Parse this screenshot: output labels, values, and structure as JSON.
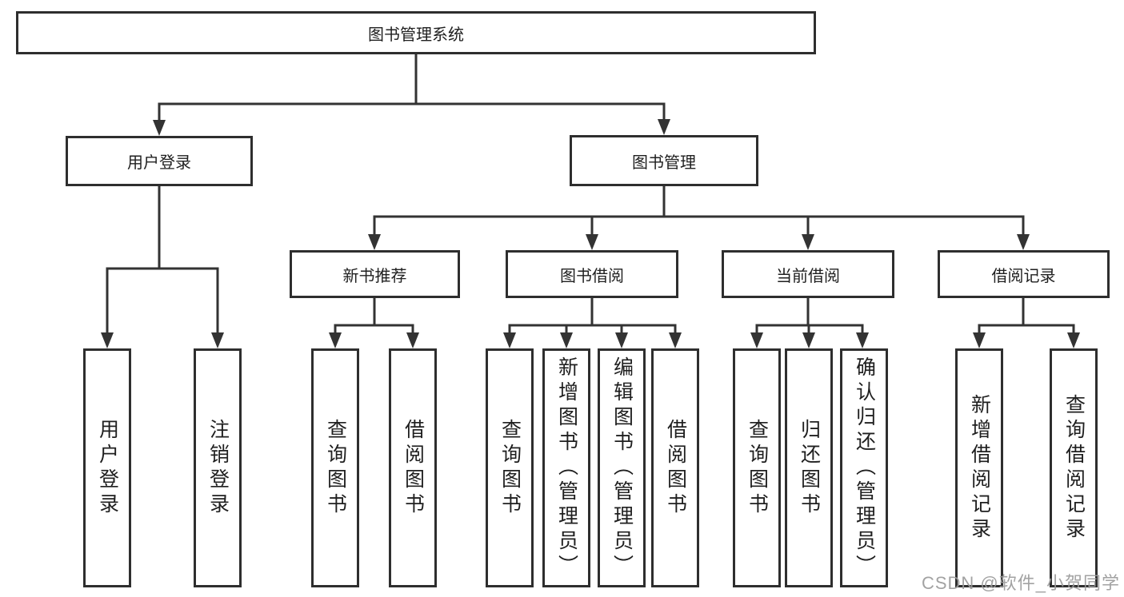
{
  "tree": {
    "label": "图书管理系统",
    "children": [
      {
        "label": "用户登录",
        "children": [
          {
            "label": "用户登录"
          },
          {
            "label": "注销登录"
          }
        ]
      },
      {
        "label": "图书管理",
        "children": [
          {
            "label": "新书推荐",
            "children": [
              {
                "label": "查询图书"
              },
              {
                "label": "借阅图书"
              }
            ]
          },
          {
            "label": "图书借阅",
            "children": [
              {
                "label": "查询图书"
              },
              {
                "label": "新增图书（管理员）"
              },
              {
                "label": "编辑图书（管理员）"
              },
              {
                "label": "借阅图书"
              }
            ]
          },
          {
            "label": "当前借阅",
            "children": [
              {
                "label": "查询图书"
              },
              {
                "label": "归还图书"
              },
              {
                "label": "确认归还（管理员）"
              }
            ]
          },
          {
            "label": "借阅记录",
            "children": [
              {
                "label": "新增借阅记录"
              },
              {
                "label": "查询借阅记录"
              }
            ]
          }
        ]
      }
    ]
  },
  "watermark": {
    "text": "CSDN @软件_小贺同学"
  },
  "colors": {
    "line": "#333333",
    "box_border": "#2e2e2e",
    "box_fill": "#ffffff",
    "text": "#1f1f1f",
    "watermark": "#9b9b9b",
    "background": "#ffffff"
  }
}
